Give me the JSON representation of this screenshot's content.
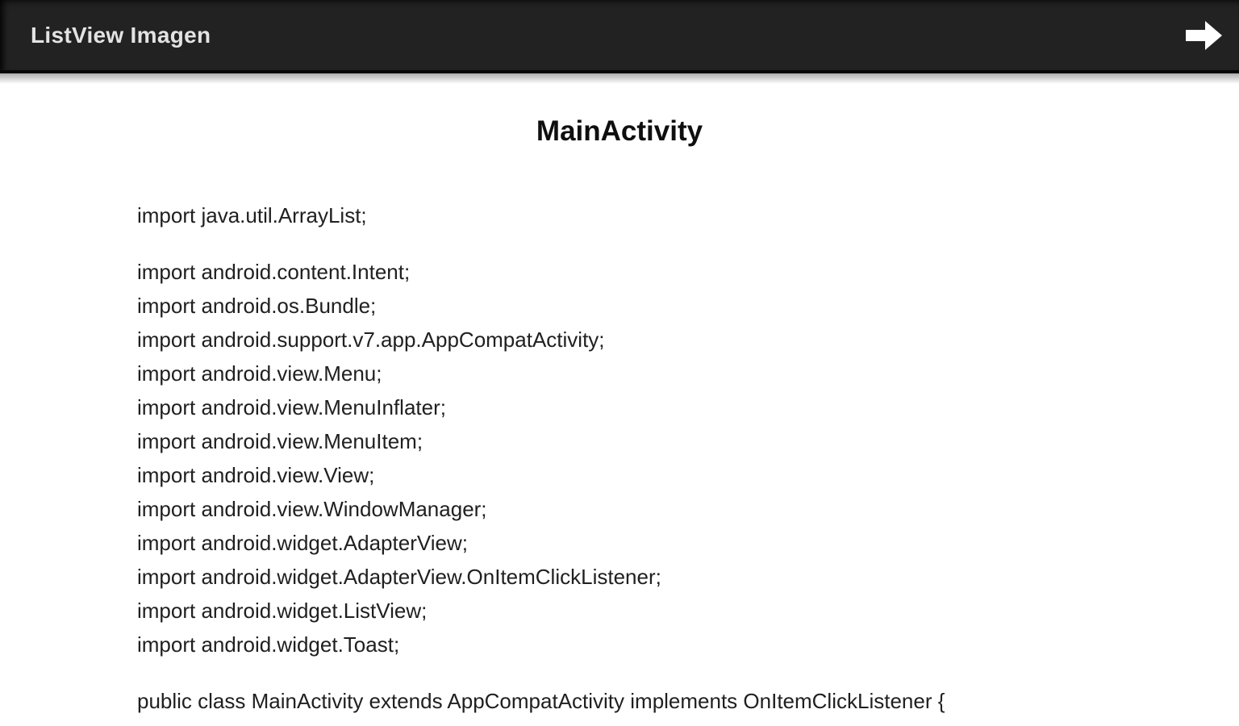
{
  "appbar": {
    "title": "ListView Imagen",
    "arrow_icon": "arrow-right-icon",
    "bg_color": "#222222",
    "title_color": "#e3e3e3",
    "arrow_color": "#ffffff"
  },
  "page": {
    "heading": "MainActivity",
    "bg_color": "#ffffff",
    "text_color": "#202020"
  },
  "code": {
    "paragraphs": [
      [
        "import java.util.ArrayList;"
      ],
      [
        "import android.content.Intent;",
        "import android.os.Bundle;",
        "import android.support.v7.app.AppCompatActivity;",
        "import android.view.Menu;",
        "import android.view.MenuInflater;",
        "import android.view.MenuItem;",
        "import android.view.View;",
        "import android.view.WindowManager;",
        "import android.widget.AdapterView;",
        "import android.widget.AdapterView.OnItemClickListener;",
        "import android.widget.ListView;",
        "import android.widget.Toast;"
      ],
      [
        "public class MainActivity extends AppCompatActivity implements OnItemClickListener {"
      ]
    ]
  }
}
